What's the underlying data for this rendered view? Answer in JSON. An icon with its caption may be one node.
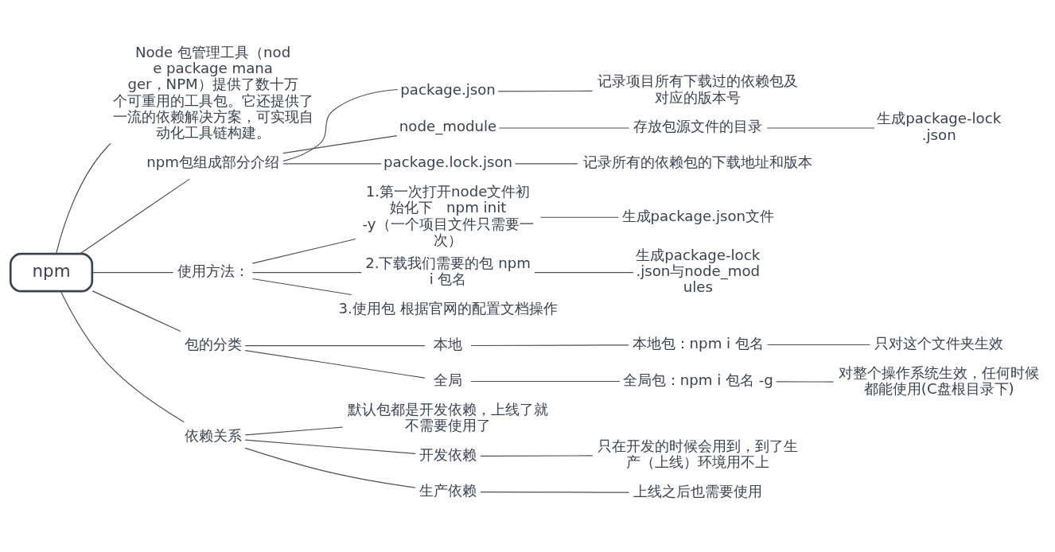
{
  "diagram": {
    "nodes": [
      {
        "text": [
          "npm"
        ]
      },
      {
        "text": [
          "Node 包管理工具（node package manager，NPM）提供了数十万个可重用的工具包。它还提供了一流的依赖解决方案，可实现自动化工具链构建。"
        ]
      },
      {
        "text": [
          "npm包组成部分介绍"
        ]
      },
      {
        "text": [
          "package.json"
        ]
      },
      {
        "text": [
          "记录项目所有下载过的依赖包及对应的版本号"
        ]
      },
      {
        "text": [
          "node_module"
        ]
      },
      {
        "text": [
          "存放包源文件的目录"
        ]
      },
      {
        "text": [
          "生成package-lock.json"
        ]
      },
      {
        "text": [
          "package.lock.json"
        ]
      },
      {
        "text": [
          "记录所有的依赖包的下载地址和版本"
        ]
      },
      {
        "text": [
          "使用方法："
        ]
      },
      {
        "text": [
          "1.第一次打开node文件初始化下   npm init -y（一个项目文件只需要一次）"
        ]
      },
      {
        "text": [
          "生成package.json文件"
        ]
      },
      {
        "text": [
          "2.下载我们需要的包 npm i 包名"
        ]
      },
      {
        "text": [
          "生成package-lock.json与node_modules"
        ]
      },
      {
        "text": [
          "3.使用包 根据官网的配置文档操作"
        ]
      },
      {
        "text": [
          "包的分类"
        ]
      },
      {
        "text": [
          "本地"
        ]
      },
      {
        "text": [
          "本地包：npm i 包名"
        ]
      },
      {
        "text": [
          "只对这个文件夹生效"
        ]
      },
      {
        "text": [
          "全局"
        ]
      },
      {
        "text": [
          "全局包：npm i 包名 -g"
        ]
      },
      {
        "text": [
          "对整个操作系统生效，任何时候都能使用(C盘根目录下)"
        ]
      },
      {
        "text": [
          "依赖关系"
        ]
      },
      {
        "text": [
          "默认包都是开发依赖，上线了就不需要使用了"
        ]
      },
      {
        "text": [
          "开发依赖"
        ]
      },
      {
        "text": [
          "只在开发的时候会用到，到了生产（上线）环境用不上"
        ]
      },
      {
        "text": [
          "生产依赖"
        ]
      },
      {
        "text": [
          "上线之后也需要使用"
        ]
      }
    ],
    "edges": [
      {
        "from": 0,
        "to": 1,
        "arrow": "none"
      },
      {
        "from": 0,
        "to": 2,
        "arrow": "none"
      },
      {
        "from": 2,
        "to": 3,
        "arrow": "none"
      },
      {
        "from": 3,
        "to": 4,
        "arrow": "none"
      },
      {
        "from": 2,
        "to": 5,
        "arrow": "none"
      },
      {
        "from": 5,
        "to": 6,
        "arrow": "none"
      },
      {
        "from": 6,
        "to": 7,
        "arrow": "none"
      },
      {
        "from": 2,
        "to": 8,
        "arrow": "none"
      },
      {
        "from": 8,
        "to": 9,
        "arrow": "none"
      },
      {
        "from": 0,
        "to": 10,
        "arrow": "none"
      },
      {
        "from": 10,
        "to": 11,
        "arrow": "none"
      },
      {
        "from": 11,
        "to": 12,
        "arrow": "none"
      },
      {
        "from": 10,
        "to": 13,
        "arrow": "none"
      },
      {
        "from": 13,
        "to": 14,
        "arrow": "none"
      },
      {
        "from": 10,
        "to": 15,
        "arrow": "none"
      },
      {
        "from": 0,
        "to": 16,
        "arrow": "none"
      },
      {
        "from": 16,
        "to": 17,
        "arrow": "none"
      },
      {
        "from": 17,
        "to": 18,
        "arrow": "none"
      },
      {
        "from": 18,
        "to": 19,
        "arrow": "none"
      },
      {
        "from": 16,
        "to": 20,
        "arrow": "none"
      },
      {
        "from": 20,
        "to": 21,
        "arrow": "none"
      },
      {
        "from": 21,
        "to": 22,
        "arrow": "none"
      },
      {
        "from": 0,
        "to": 23,
        "arrow": "none"
      },
      {
        "from": 23,
        "to": 24,
        "arrow": "none"
      },
      {
        "from": 23,
        "to": 25,
        "arrow": "none"
      },
      {
        "from": 25,
        "to": 26,
        "arrow": "none"
      },
      {
        "from": 23,
        "to": 27,
        "arrow": "none"
      },
      {
        "from": 27,
        "to": 28,
        "arrow": "none"
      }
    ]
  }
}
